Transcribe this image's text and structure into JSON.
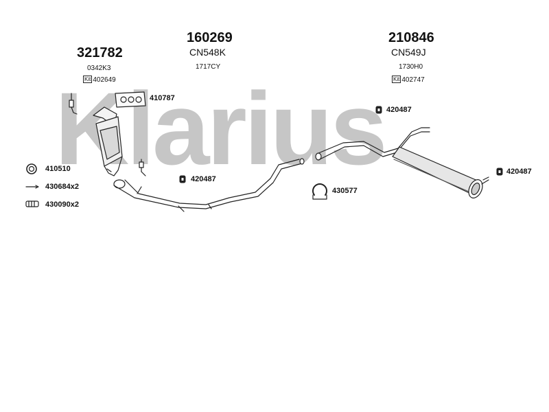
{
  "watermark": "Klarius",
  "groups": [
    {
      "part": "321782",
      "code": "0342K3",
      "kit_label": "Kit",
      "kit": "402649"
    },
    {
      "part": "160269",
      "name": "CN548K",
      "code": "1717CY"
    },
    {
      "part": "210846",
      "name": "CN549J",
      "code": "1730H0",
      "kit_label": "Kit",
      "kit": "402747"
    }
  ],
  "labels": {
    "gasket": "410787",
    "mount_left": "420487",
    "mount_top_right": "420487",
    "mount_far_right": "420487",
    "clamp": "430577",
    "ring": "410510",
    "bolt": "430684x2",
    "spring": "430090x2"
  }
}
